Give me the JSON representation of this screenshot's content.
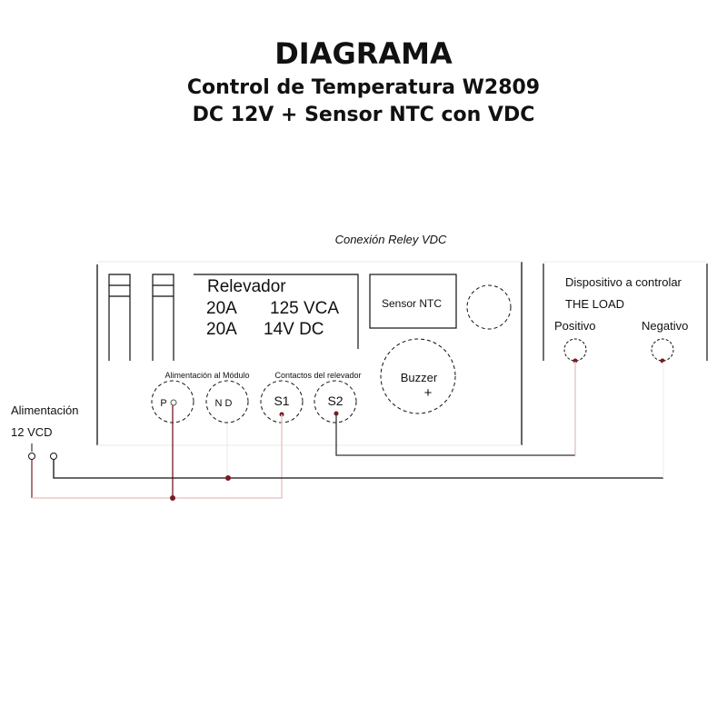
{
  "header": {
    "title": "DIAGRAMA",
    "subtitle1": "Control de Temperatura W2809",
    "subtitle2": "DC 12V + Sensor NTC con VDC"
  },
  "diagram": {
    "caption": "Conexión Reley  VDC",
    "relay": {
      "label": "Relevador",
      "line1_amp": "20A",
      "line1_volt": "125 VCA",
      "line2_amp": "20A",
      "line2_volt": "14V DC"
    },
    "sensor_label": "Sensor NTC",
    "buzzer_label": "Buzzer",
    "buzzer_plus": "+",
    "module_power_label": "Alimentación al Módulo",
    "relay_contacts_label": "Contactos del relevador",
    "terminals": {
      "p": "P",
      "nd": "N D",
      "s1": "S1",
      "s2": "S2"
    },
    "load": {
      "title": "Dispositivo a controlar",
      "name": "THE LOAD",
      "positive": "Positivo",
      "negative": "Negativo"
    },
    "power": {
      "label": "Alimentación",
      "voltage": "12 VCD"
    },
    "colors": {
      "wire_dark": "#111111",
      "wire_red": "#7a1a22",
      "wire_light_red": "#e8c8c8"
    }
  }
}
